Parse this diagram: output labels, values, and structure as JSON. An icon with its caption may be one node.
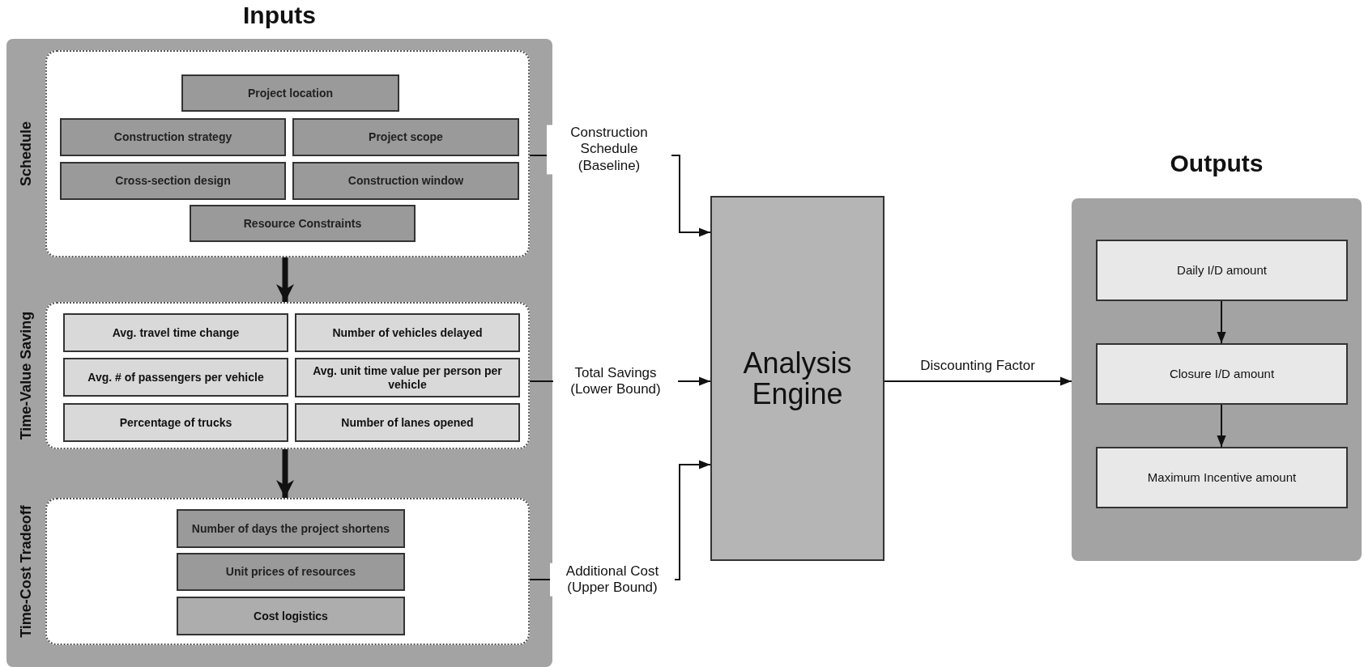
{
  "diagram": {
    "nodes": [
      {
        "text": [
          "Inputs"
        ]
      },
      {
        "text": [
          "Schedule"
        ],
        "in": 0
      },
      {
        "text": [
          "Project location"
        ],
        "in": 1
      },
      {
        "text": [
          "Construction strategy"
        ],
        "in": 1
      },
      {
        "text": [
          "Project scope"
        ],
        "in": 1
      },
      {
        "text": [
          "Cross-section design"
        ],
        "in": 1
      },
      {
        "text": [
          "Construction window"
        ],
        "in": 1
      },
      {
        "text": [
          "Resource Constraints"
        ],
        "in": 1
      },
      {
        "text": [
          "Time-Value Saving"
        ],
        "in": 0
      },
      {
        "text": [
          "Avg. travel time change"
        ],
        "in": 8
      },
      {
        "text": [
          "Number of vehicles delayed"
        ],
        "in": 8
      },
      {
        "text": [
          "Avg. # of passengers per vehicle"
        ],
        "in": 8
      },
      {
        "text": [
          "Avg. unit time value per person per vehicle"
        ],
        "in": 8
      },
      {
        "text": [
          "Percentage of trucks"
        ],
        "in": 8
      },
      {
        "text": [
          "Number of lanes opened"
        ],
        "in": 8
      },
      {
        "text": [
          "Time-Cost Tradeoff"
        ],
        "in": 0
      },
      {
        "text": [
          "Number of days the project shortens"
        ],
        "in": 15
      },
      {
        "text": [
          "Unit prices of resources"
        ],
        "in": 15
      },
      {
        "text": [
          "Cost logistics"
        ],
        "in": 15
      },
      {
        "text": [
          "Analysis Engine"
        ]
      },
      {
        "text": [
          "Outputs"
        ]
      },
      {
        "text": [
          "Daily I/D amount"
        ],
        "in": 20
      },
      {
        "text": [
          "Closure I/D amount"
        ],
        "in": 20
      },
      {
        "text": [
          "Maximum Incentive amount"
        ],
        "in": 20
      }
    ],
    "edges": [
      {
        "from": 1,
        "to": 8,
        "arrow": "to",
        "style": "thick"
      },
      {
        "from": 8,
        "to": 15,
        "arrow": "to",
        "style": "thick"
      },
      {
        "from": 1,
        "to": 19,
        "arrow": "to",
        "label": "Construction Schedule (Baseline)"
      },
      {
        "from": 8,
        "to": 19,
        "arrow": "to",
        "label": "Total Savings (Lower Bound)"
      },
      {
        "from": 15,
        "to": 19,
        "arrow": "to",
        "label": "Additional Cost (Upper Bound)"
      },
      {
        "from": 19,
        "to": 20,
        "arrow": "to",
        "label": "Discounting Factor"
      },
      {
        "from": 21,
        "to": 22,
        "arrow": "to"
      },
      {
        "from": 22,
        "to": 23,
        "arrow": "to"
      }
    ]
  }
}
